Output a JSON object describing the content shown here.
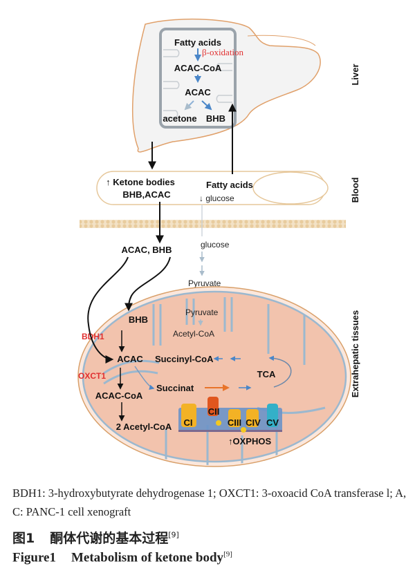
{
  "figure": {
    "regions": {
      "liver": "Liver",
      "blood": "Blood",
      "extrahepatic": "Extrahepatic tissues"
    },
    "liver": {
      "fatty_acids": "Fatty acids",
      "beta_oxidation": "β-oxidation",
      "acac_coa": "ACAC-CoA",
      "acac": "ACAC",
      "acetone": "acetone",
      "bhb": "BHB"
    },
    "blood": {
      "ketone_line1": "↑ Ketone bodies",
      "ketone_line2": "BHB,ACAC",
      "fatty_acids": "Fatty acids",
      "glucose": "↓ glucose"
    },
    "transport": {
      "acac_bhb": "ACAC, BHB",
      "glucose": "glucose",
      "pyruvate": "Pyruvate"
    },
    "mito": {
      "bhb": "BHB",
      "bdh1": "BDH1",
      "acac": "ACAC",
      "oxct1": "OXCT1",
      "acac_coa": "ACAC-CoA",
      "acetyl_coa_2": "2 Acetyl-CoA",
      "pyruvate": "Pyruvate",
      "acetyl_coa": "Acetyl-CoA",
      "succinyl_coa": "Succinyl-CoA",
      "succinat": "Succinat",
      "tca": "TCA",
      "complexes": [
        "CI",
        "CII",
        "CIII",
        "CIV",
        "CV"
      ],
      "oxphos": "↑OXPHOS"
    },
    "colors": {
      "liver_outline": "#e0a06a",
      "mito_fill": "#f2c3ad",
      "mito_outline": "#d9a06a",
      "crista": "#9bb8cf",
      "enzyme_red": "#e03030",
      "flow_blue": "#4a86c8",
      "flow_orange": "#e8742a"
    }
  },
  "caption": {
    "legend": "BDH1: 3-hydroxybutyrate dehydrogenase 1; OXCT1: 3-oxoacid CoA transferase l; A, C: PANC-1 cell xenograft",
    "title_cn_label": "图1",
    "title_cn": "酮体代谢的基本过程",
    "title_en_label": "Figure1",
    "title_en": "Metabolism of ketone body",
    "ref": "[9]"
  }
}
